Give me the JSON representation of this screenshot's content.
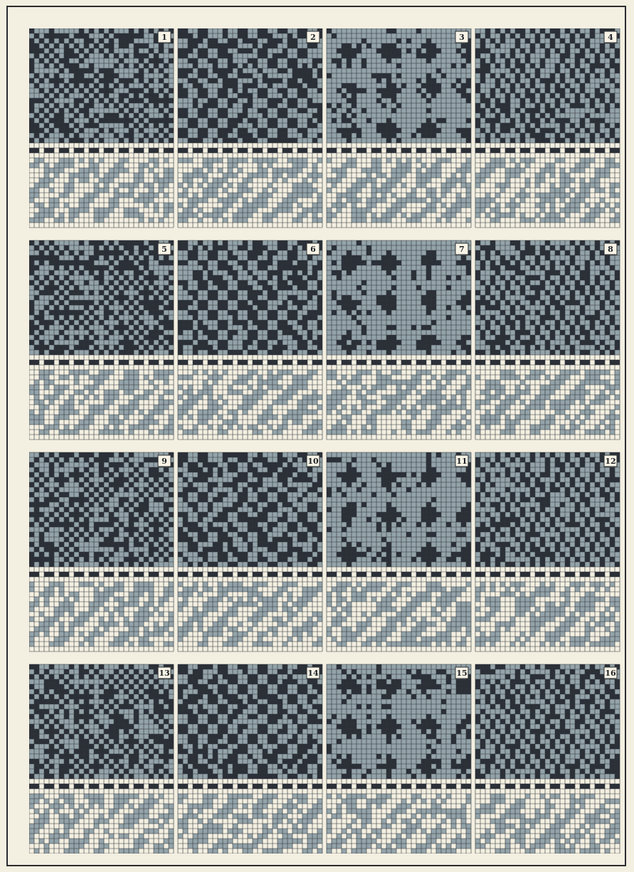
{
  "plate": {
    "panel_numbers": [
      "1",
      "2",
      "3",
      "4",
      "5",
      "6",
      "7",
      "8",
      "9",
      "10",
      "11",
      "12",
      "13",
      "14",
      "15",
      "16"
    ],
    "grid": {
      "rows": 4,
      "columns": 4
    },
    "colors": {
      "paper": "#f3efe1",
      "grid_line": "#30343a",
      "dark_ink": "#2b3038",
      "light_ink": "#93a3a9",
      "label_background": "#f7f3e6",
      "label_text": "#1e2126",
      "label_border": "#2a2c30"
    }
  }
}
